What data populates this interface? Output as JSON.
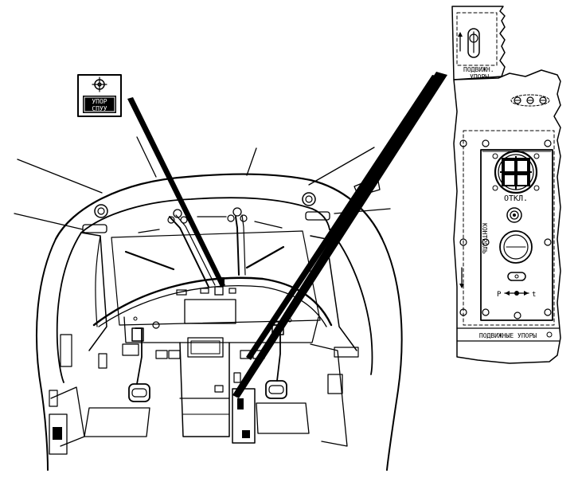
{
  "callout_small": {
    "line1": "УПОР",
    "line2": "СПУУ"
  },
  "panel": {
    "top_label_line1": "ПОДВИЖН.",
    "top_label_line2": "УПОРЫ",
    "off_label": "ОТКЛ.",
    "control_label": "КОНТРОЛЬ",
    "p_label": "P",
    "t_label": "t",
    "bottom_label": "ПОДВИЖНЫЕ УПОРЫ"
  },
  "colors": {
    "ink": "#000000",
    "paper": "#ffffff"
  }
}
